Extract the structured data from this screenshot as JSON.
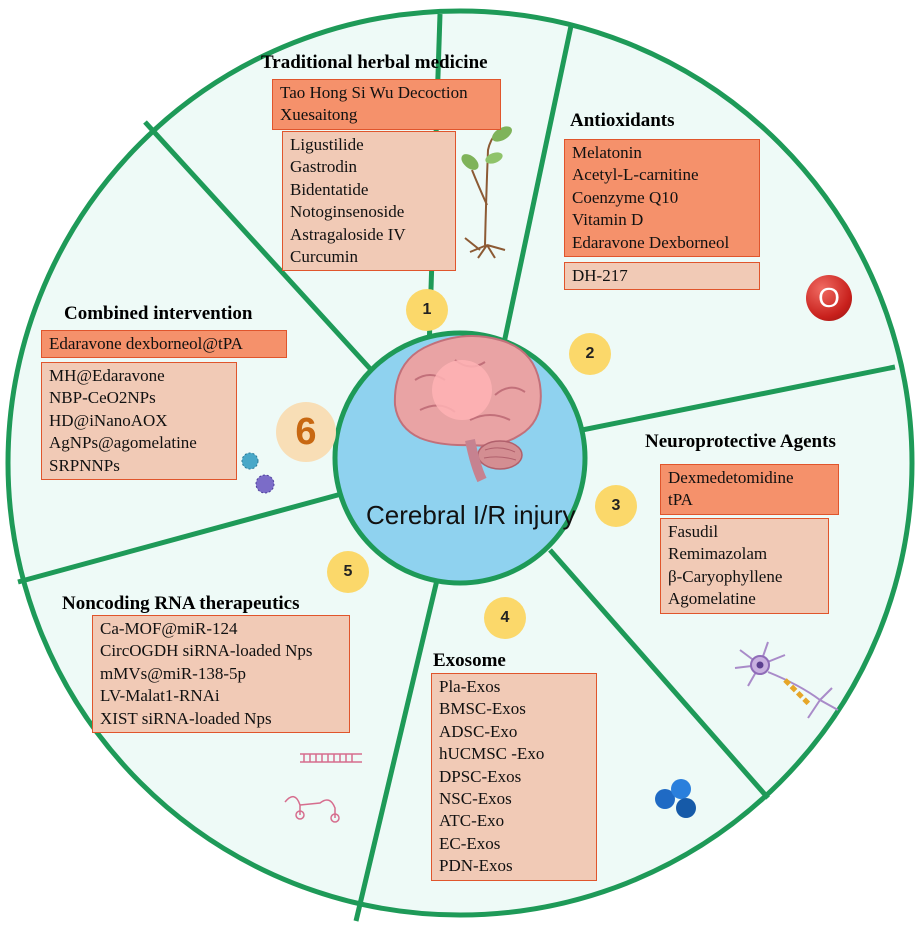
{
  "center": {
    "label": "Cerebral I/R injury"
  },
  "colors": {
    "panel_bg": "#eefaf7",
    "divider": "#1e9a58",
    "center_fill": "#8fd2ef",
    "box_dark": "#f5916b",
    "box_light": "#f1cab6",
    "box_border": "#e0552c",
    "number_circle": "#fbd86a"
  },
  "sections": {
    "herbal": {
      "title": "Traditional herbal medicine",
      "number": "1",
      "primary": [
        "Tao Hong Si Wu Decoction",
        "Xuesaitong"
      ],
      "secondary": [
        "Ligustilide",
        "Gastrodin",
        "Bidentatide",
        "Notoginsenoside",
        "Astragaloside IV",
        "Curcumin"
      ]
    },
    "antioxidants": {
      "title": "Antioxidants",
      "number": "2",
      "primary": [
        "Melatonin",
        "Acetyl-L-carnitine",
        "Coenzyme Q10",
        "Vitamin D",
        "Edaravone Dexborneol"
      ],
      "secondary": [
        "DH-217"
      ],
      "icon_letter": "O"
    },
    "neuro": {
      "title": "Neuroprotective Agents",
      "number": "3",
      "primary": [
        "Dexmedetomidine",
        "tPA"
      ],
      "secondary": [
        "Fasudil",
        "Remimazolam",
        "β-Caryophyllene",
        "Agomelatine"
      ]
    },
    "exosome": {
      "title": "Exosome",
      "number": "4",
      "secondary": [
        "Pla-Exos",
        "BMSC-Exos",
        "ADSC-Exo",
        "hUCMSC -Exo",
        "DPSC-Exos",
        "NSC-Exos",
        "ATC-Exo",
        "EC-Exos",
        "PDN-Exos"
      ]
    },
    "ncrna": {
      "title": "Noncoding RNA therapeutics",
      "number": "5",
      "secondary": [
        "Ca-MOF@miR-124",
        "CircOGDH siRNA-loaded Nps",
        "mMVs@miR-138-5p",
        "LV-Malat1-RNAi",
        "XIST siRNA-loaded Nps"
      ]
    },
    "combined": {
      "title": "Combined intervention",
      "number": "6",
      "primary": [
        "Edaravone dexborneol@tPA"
      ],
      "secondary": [
        "MH@Edaravone",
        "NBP-CeO2NPs",
        "HD@iNanoAOX",
        "AgNPs@agomelatine",
        "SRPNNPs"
      ]
    }
  }
}
